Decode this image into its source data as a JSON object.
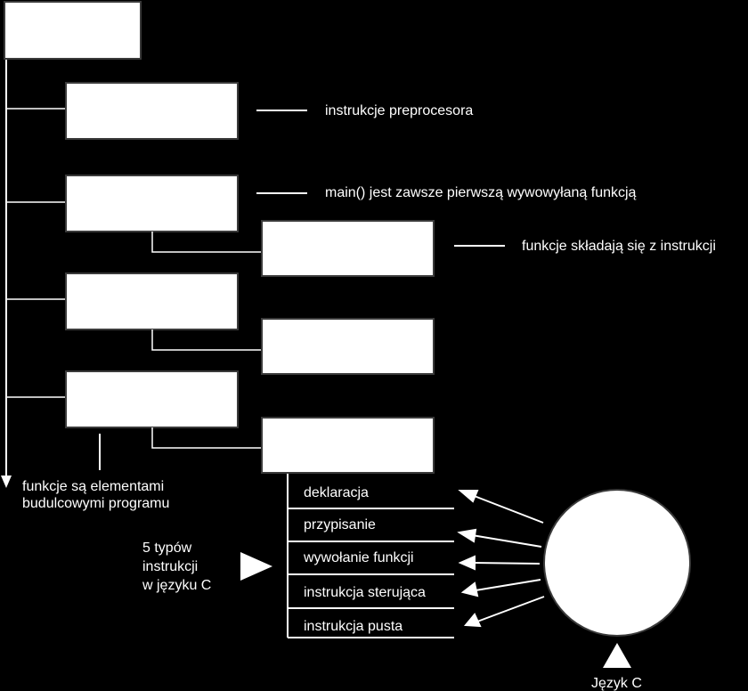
{
  "colors": {
    "background": "#000000",
    "foreground": "#ffffff",
    "box_shadow": "#3a3a3a"
  },
  "notes": {
    "preprocessor": "instrukcje preprocesora",
    "main_first": "main() jest zawsze pierwszą wywowyłaną funkcją",
    "functions_consist": "funkcje składają się z instrukcji",
    "functions_elements_line1": "funkcje są elementami",
    "functions_elements_line2": "budulcowymi programu"
  },
  "instruction_types": {
    "heading_line1": "5 typów",
    "heading_line2": "instrukcji",
    "heading_line3": "w języku C",
    "items": [
      "deklaracja",
      "przypisanie",
      "wywołanie funkcji",
      "instrukcja sterująca",
      "instrukcja pusta"
    ]
  },
  "language_label": "Język C"
}
